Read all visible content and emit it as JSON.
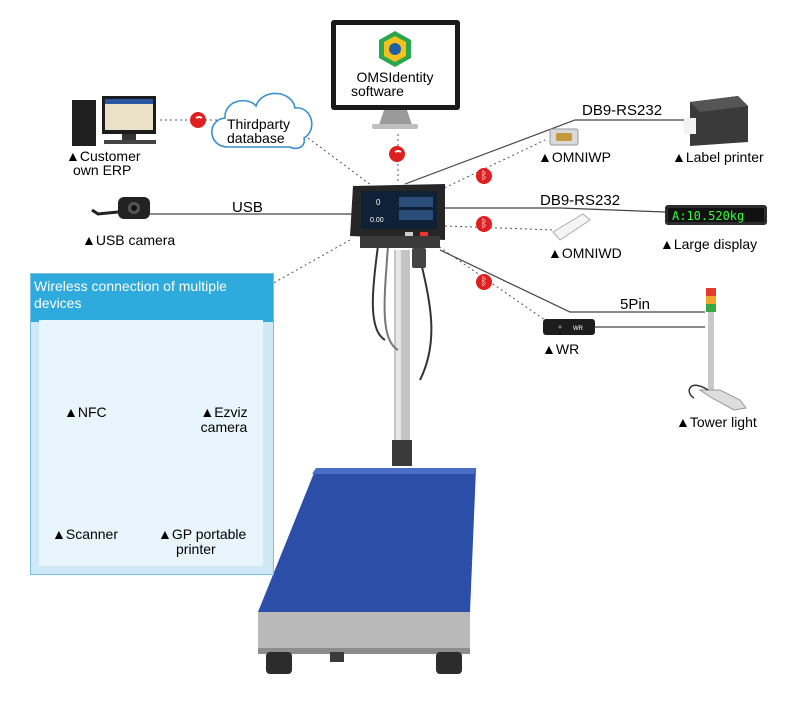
{
  "software": {
    "name_line1": "OMSIdentity",
    "name_line2": "software"
  },
  "cloud": {
    "line1": "Thirdparty",
    "line2": "database"
  },
  "erp": {
    "line1": "▲Customer",
    "line2": "own ERP"
  },
  "usb_camera": {
    "label": "▲USB camera",
    "wire_label": "USB"
  },
  "omniwp": {
    "label": "▲OMNIWP",
    "wire_label": "DB9-RS232"
  },
  "label_printer": {
    "label": "▲Label printer"
  },
  "omniwd": {
    "label": "▲OMNIWD",
    "wire_label": "DB9-RS232"
  },
  "large_display": {
    "label": "▲Large display",
    "readout": "A:10.520kg"
  },
  "wr": {
    "label": "▲WR",
    "wire_label": "5Pin",
    "device_text": "WR"
  },
  "tower_light": {
    "label": "▲Tower light"
  },
  "terminal": {
    "value_top": "0",
    "value_bottom": "0.00"
  },
  "wireless_panel": {
    "title": "Wireless connection of multiple devices",
    "items": [
      {
        "label": "▲NFC"
      },
      {
        "label_line1": "▲Ezviz",
        "label_line2": "camera"
      },
      {
        "label": "▲Scanner"
      },
      {
        "label_line1": "▲GP portable",
        "label_line2": "printer"
      }
    ]
  },
  "colors": {
    "accent": "#2eaadc",
    "panel_bg": "#cfe8f6",
    "badge": "#e02020",
    "platform": "#2b4ea8",
    "display_text": "#33ff33"
  }
}
